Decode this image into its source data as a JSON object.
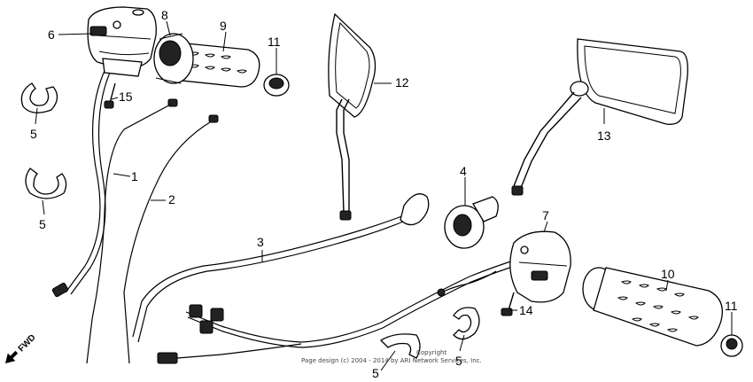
{
  "callouts": [
    {
      "id": "c6",
      "text": "6"
    },
    {
      "id": "c8",
      "text": "8"
    },
    {
      "id": "c9",
      "text": "9"
    },
    {
      "id": "c11a",
      "text": "11"
    },
    {
      "id": "c12",
      "text": "12"
    },
    {
      "id": "c15",
      "text": "15"
    },
    {
      "id": "c5a",
      "text": "5"
    },
    {
      "id": "c1",
      "text": "1"
    },
    {
      "id": "c2",
      "text": "2"
    },
    {
      "id": "c5b",
      "text": "5"
    },
    {
      "id": "c3",
      "text": "3"
    },
    {
      "id": "c4",
      "text": "4"
    },
    {
      "id": "c7",
      "text": "7"
    },
    {
      "id": "c13",
      "text": "13"
    },
    {
      "id": "c10",
      "text": "10"
    },
    {
      "id": "c14",
      "text": "14"
    },
    {
      "id": "c11b",
      "text": "11"
    },
    {
      "id": "c5c",
      "text": "5"
    },
    {
      "id": "c5d",
      "text": "5"
    }
  ],
  "direction_label": "FWD",
  "copyright_line1": "Copyright",
  "copyright_line2": "Page design (c) 2004 - 2014 by ARI Network Services, Inc."
}
